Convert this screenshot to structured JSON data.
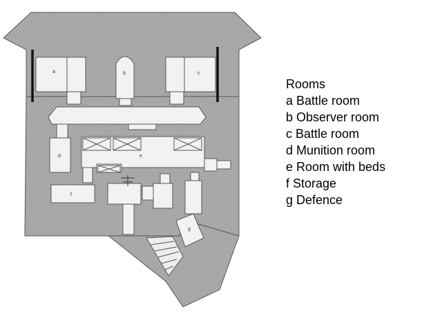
{
  "legend": {
    "title": "Rooms",
    "items": [
      "a Battle room",
      "b Observer room",
      "c Battle room",
      "d Munition room",
      "e Room with beds",
      "f Storage",
      "g Defence"
    ]
  },
  "plan": {
    "labels": {
      "a": "a",
      "b": "b",
      "c": "c",
      "d": "d",
      "e": "e",
      "f": "f",
      "g": "g"
    },
    "colors": {
      "concrete": "#ababab",
      "hatch": "#8c8c8c",
      "room": "#f2f2f2",
      "line": "#555555",
      "embrasure": "#111111"
    }
  }
}
